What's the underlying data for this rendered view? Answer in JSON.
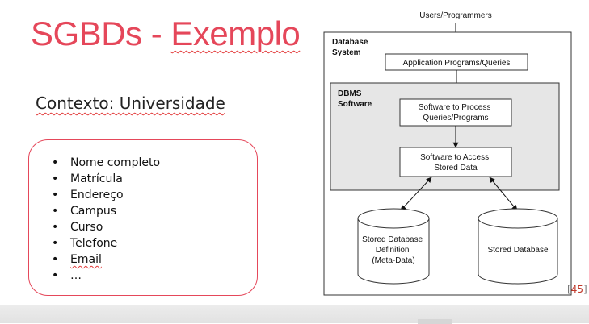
{
  "slide": {
    "title_plain": "SGBDs - ",
    "title_underlined": "Exemplo",
    "context_label": "Contexto: ",
    "context_value": "Universidade",
    "attributes": [
      "Nome completo",
      "Matrícula",
      "Endereço",
      "Campus",
      "Curso",
      "Telefone",
      "Email",
      "…"
    ],
    "reference_open": "[",
    "reference_number": "45",
    "reference_close": "]"
  },
  "diagram": {
    "users": "Users/Programmers",
    "database_system": [
      "Database",
      "System"
    ],
    "application": "Application Programs/Queries",
    "dbms_software": [
      "DBMS",
      "Software"
    ],
    "process": [
      "Software to Process",
      "Queries/Programs"
    ],
    "access": [
      "Software to Access",
      "Stored Data"
    ],
    "metadata_db": [
      "Stored Database",
      "Definition",
      "(Meta-Data)"
    ],
    "stored_db": "Stored Database"
  },
  "colors": {
    "accent": "#e5475a",
    "spellcheck": "#e23a3a",
    "dbms_fill": "#e6e6e6"
  }
}
